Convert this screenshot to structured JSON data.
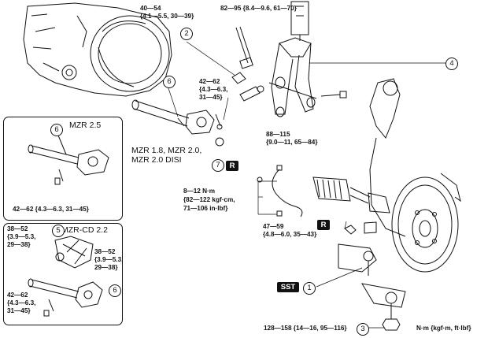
{
  "colors": {
    "line": "#111111",
    "background": "#ffffff",
    "badge": "#111111"
  },
  "torques": {
    "t1_a": "40—54",
    "t1_b": "{4.1—5.5, 30—39}",
    "t2": "82—95 {8.4—9.6, 61—70}",
    "t3_a": "42—62",
    "t3_b": "{4.3—6.3,",
    "t3_c": "31—45}",
    "t4_a": "88—115",
    "t4_b": "{9.0—11, 65—84}",
    "t5_a": "8—12 N·m",
    "t5_b": "{82—122 kgf·cm,",
    "t5_c": "71—106 in·lbf}",
    "t6_a": "47—59",
    "t6_b": "{4.8—6.0, 35—43}",
    "t7": "128—158 {14—16, 95—116}",
    "inset1_torque": "42—62 {4.3—6.3, 31—45}",
    "inset2_ta": "38—52",
    "inset2_tb": "{3.9—5.3,",
    "inset2_tc": "29—38}",
    "inset2_td": "38—52",
    "inset2_te": "{3.9—5.3,",
    "inset2_tf": "29—38}",
    "inset2_tg": "42—62",
    "inset2_th": "{4.3—6.3,",
    "inset2_ti": "31—45}"
  },
  "labels": {
    "engine_main": "MZR 1.8, MZR 2.0,",
    "engine_main_2": "MZR 2.0 DISI",
    "inset1_title": "MZR 2.5",
    "inset2_title": "MZR-CD 2.2",
    "units": "N·m {kgf·m, ft·lbf}",
    "sst": "SST",
    "r_badge": "R"
  },
  "callouts": {
    "c1": "1",
    "c2": "2",
    "c3": "3",
    "c4": "4",
    "c5": "5",
    "c6": "6",
    "c7": "7"
  }
}
